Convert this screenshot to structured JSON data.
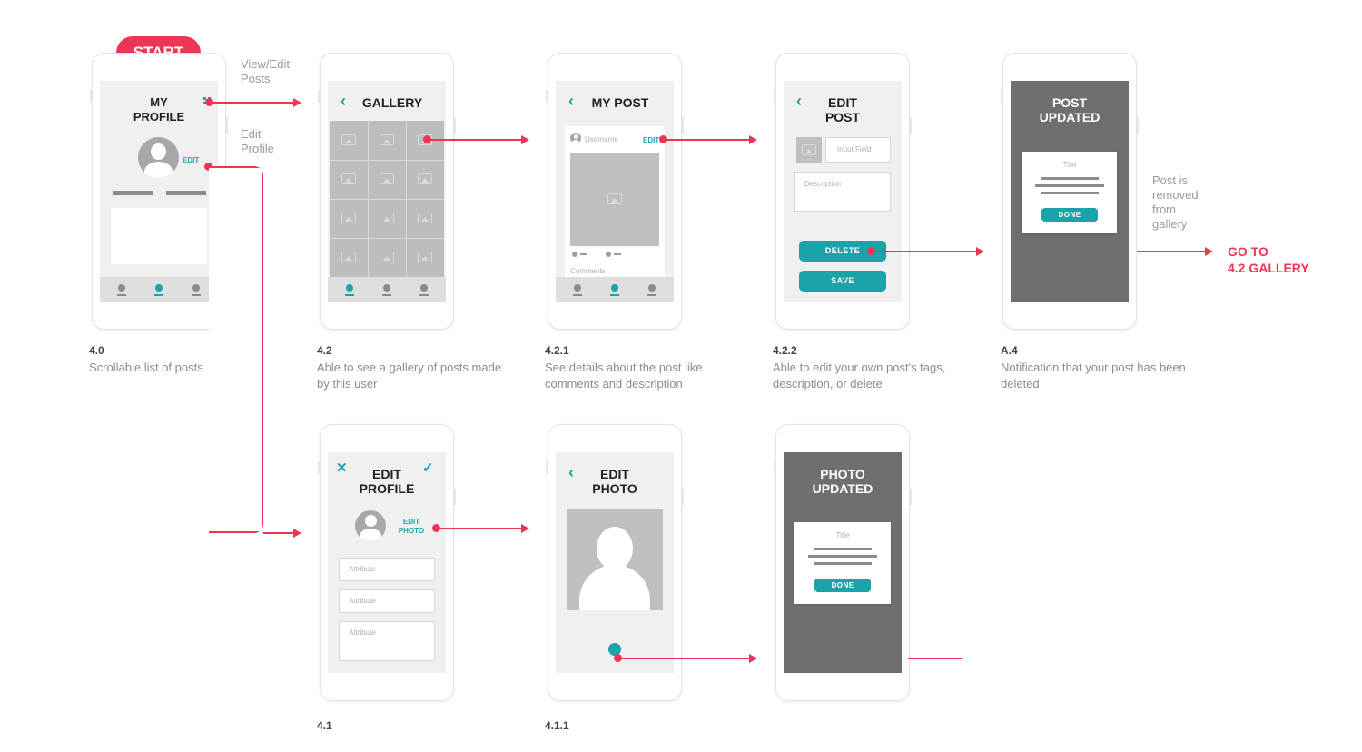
{
  "start_label": "START",
  "side_notes": {
    "view_edit_posts": "View/Edit\nPosts",
    "edit_profile": "Edit\nProfile",
    "post_removed": "Post is\nremoved\nfrom\ngallery"
  },
  "go_to_gallery": "GO TO\n4.2 GALLERY",
  "screens": {
    "my_profile": {
      "title": "MY\nPROFILE",
      "edit": "EDIT",
      "num": "4.0",
      "caption": "Scrollable list of posts"
    },
    "gallery": {
      "title": "GALLERY",
      "num": "4.2",
      "caption": "Able to see a gallery of posts made\nby this user"
    },
    "my_post": {
      "title": "MY POST",
      "username": "Username",
      "edit": "EDIT",
      "comments": "Comments",
      "num": "4.2.1",
      "caption": "See details about the post like\ncomments and description"
    },
    "edit_post": {
      "title": "EDIT\nPOST",
      "input_field": "Input Field",
      "description": "Description",
      "delete": "DELETE",
      "save": "SAVE",
      "num": "4.2.2",
      "caption": "Able to edit your own post's tags,\ndescription, or delete"
    },
    "post_updated": {
      "title": "POST\nUPDATED",
      "card_title": "Title",
      "done": "DONE",
      "num": "A.4",
      "caption": "Notification that your post has been\ndeleted"
    },
    "edit_profile": {
      "title": "EDIT\nPROFILE",
      "edit_photo": "EDIT\nPHOTO",
      "attribute_1": "Attribute",
      "attribute_2": "Attribute",
      "attribute_3": "Attribute",
      "num": "4.1"
    },
    "edit_photo": {
      "title": "EDIT\nPHOTO",
      "num": "4.1.1"
    },
    "photo_updated": {
      "title": "PHOTO\nUPDATED",
      "card_title": "Title",
      "done": "DONE"
    }
  },
  "colors": {
    "accent": "#1aa3a8",
    "flow": "#ee3553",
    "screen_bg": "#f0f0f0",
    "dark": "#6f6f6f"
  }
}
